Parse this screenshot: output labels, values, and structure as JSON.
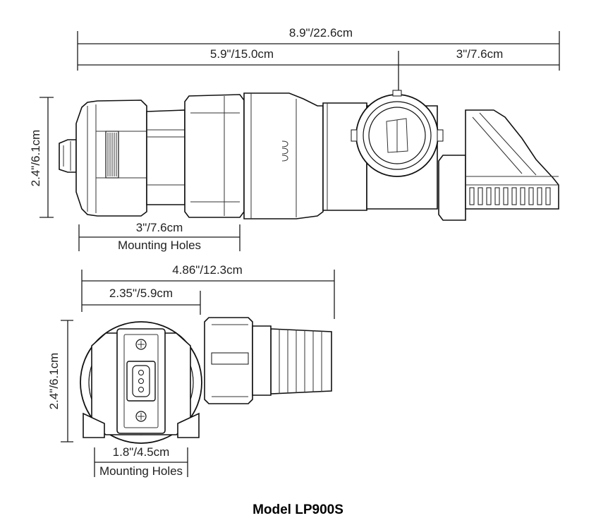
{
  "dimensions": {
    "overall_length": "8.9\"/22.6cm",
    "front_length": "5.9\"/15.0cm",
    "outlet_length": "3\"/7.6cm",
    "side_height": "2.4\"/6.1cm",
    "side_mounting_spacing": "3\"/7.6cm",
    "side_mounting_label": "Mounting Holes",
    "top_length": "4.86\"/12.3cm",
    "top_partial_length": "2.35\"/5.9cm",
    "top_height": "2.4\"/6.1cm",
    "top_mounting_spacing": "1.8\"/4.5cm",
    "top_mounting_label": "Mounting Holes"
  },
  "caption": "Model LP900S"
}
